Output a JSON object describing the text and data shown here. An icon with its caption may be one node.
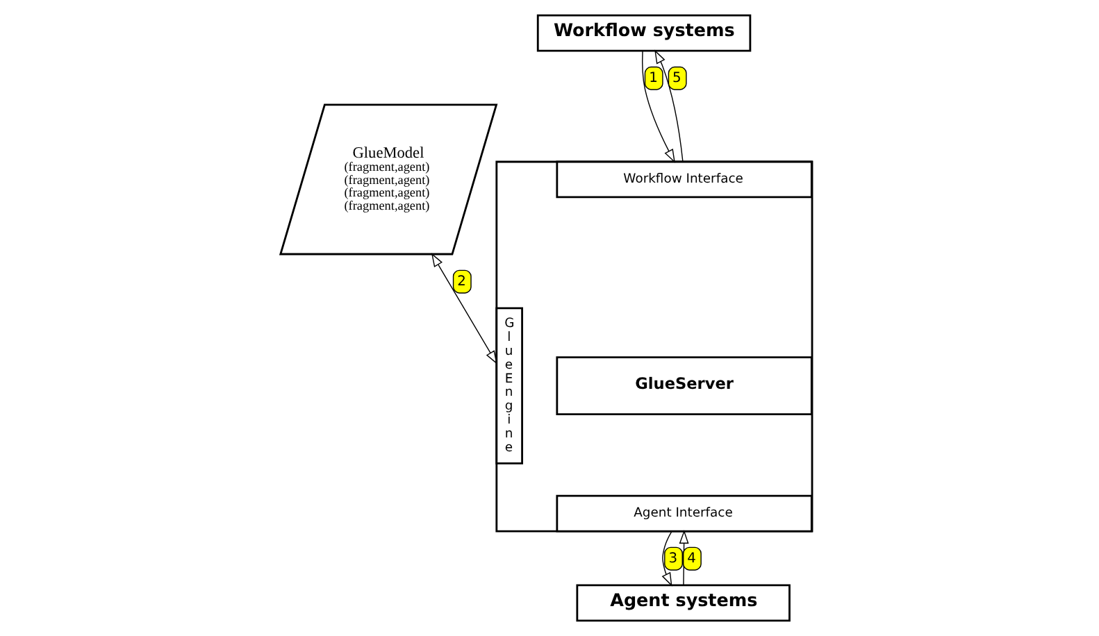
{
  "diagram": {
    "nodes": [
      {
        "text": [
          "Workflow systems"
        ]
      },
      {
        "text": [
          "GlueModel",
          "(fragment,agent)",
          "(fragment,agent)",
          "(fragment,agent)",
          "(fragment,agent)"
        ]
      },
      {
        "text": [],
        "shape": "box"
      },
      {
        "text": [
          "GlueEngine"
        ],
        "in": 2
      },
      {
        "text": [
          "Workflow Interface"
        ],
        "in": 2
      },
      {
        "text": [
          "GlueServer"
        ],
        "in": 2
      },
      {
        "text": [
          "Agent Interface"
        ],
        "in": 2
      },
      {
        "text": [
          "Agent systems"
        ]
      }
    ],
    "edges": [
      {
        "from": 0,
        "to": 4,
        "arrow": "to",
        "label": "1"
      },
      {
        "from": 1,
        "to": 3,
        "arrow": "both",
        "label": "2"
      },
      {
        "from": 6,
        "to": 7,
        "arrow": "to",
        "label": "3"
      },
      {
        "from": 7,
        "to": 6,
        "arrow": "to",
        "label": "4"
      },
      {
        "from": 4,
        "to": 0,
        "arrow": "to",
        "label": "5"
      }
    ]
  }
}
